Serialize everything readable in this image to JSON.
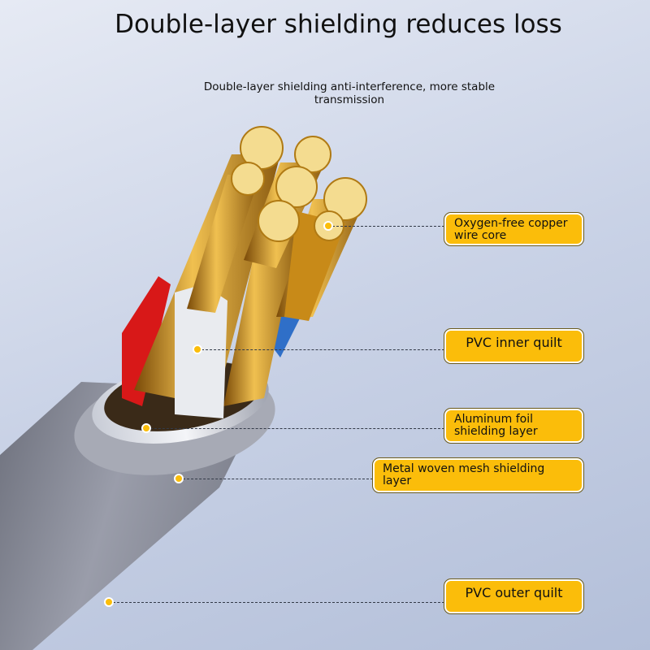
{
  "title": "Double-layer shielding reduces loss",
  "subtitle": "Double-layer shielding anti-interference, more stable transmission",
  "callouts": [
    {
      "label": "Oxygen-free copper wire core"
    },
    {
      "label": "PVC inner quilt"
    },
    {
      "label": "Aluminum foil shielding layer"
    },
    {
      "label": "Metal woven mesh shielding layer"
    },
    {
      "label": "PVC outer quilt"
    }
  ],
  "colors": {
    "accent": "#fbbd0a",
    "copper": "#d79a1e",
    "jacket": "#8a8d99"
  }
}
